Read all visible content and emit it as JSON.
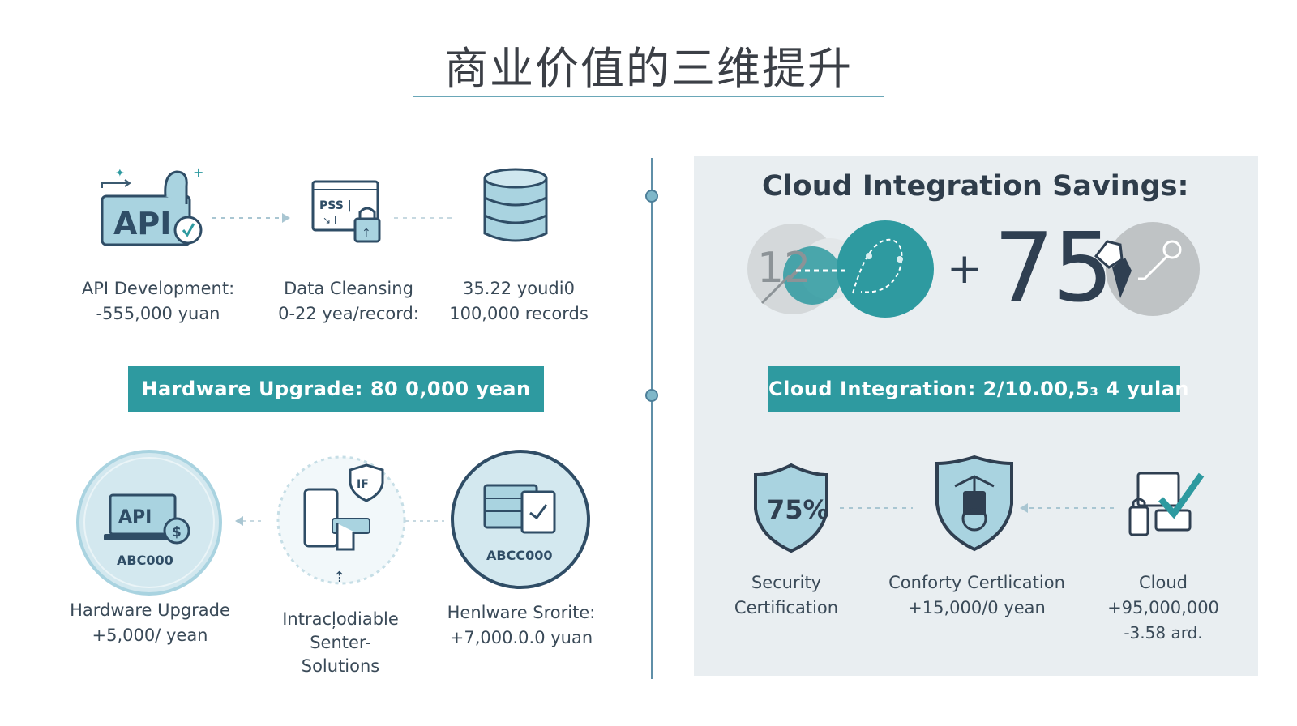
{
  "title": "商业价值的三维提升",
  "left": {
    "top_steps": [
      {
        "line1": "API Development:",
        "line2": "-555,000 yuan"
      },
      {
        "line1": "Data Cleansing",
        "line2": "0-22 yea/record:"
      },
      {
        "line1": "35.22 youdi0",
        "line2": "100,000 records"
      }
    ],
    "api_icon_text": "API",
    "pss_icon_text": "PSS |",
    "banner": "Hardware Upgrade: 80 0,000 yean",
    "bottom_items": [
      {
        "badge": "ABC000",
        "icon_text": "API",
        "lines": [
          "Hardware Upgrade",
          "+5,000/ yean"
        ]
      },
      {
        "badge": "",
        "icon_text": "IF",
        "lines": [
          "Intracļodiable",
          "Senter-",
          "Solutions"
        ]
      },
      {
        "badge": "ABCC000",
        "icon_text": "",
        "lines": [
          "Henlware Srorite:",
          "+7,000.0.0 yuan"
        ]
      }
    ]
  },
  "right": {
    "panel_title": "Cloud Integration Savings:",
    "big_number_sign": "+",
    "big_number": "75",
    "faded_number": "12",
    "banner": "Cloud Integration: 2/10.00,5₃ 4 yulan",
    "items": [
      {
        "icon": "shield-percent-icon",
        "shield_text": "75%",
        "lines": [
          "Security",
          "Certification"
        ]
      },
      {
        "icon": "shield-wrench-icon",
        "lines": [
          "Conforty Certlication",
          "+15,000/0 yean"
        ]
      },
      {
        "icon": "cloud-check-icon",
        "lines": [
          "Cloud",
          "+95,000,000",
          "-3.58 ard."
        ]
      }
    ]
  },
  "colors": {
    "teal": "#2e9aa0",
    "dark": "#2f3f51",
    "light_blue": "#a9d3e0",
    "panel": "#e9eef1"
  }
}
